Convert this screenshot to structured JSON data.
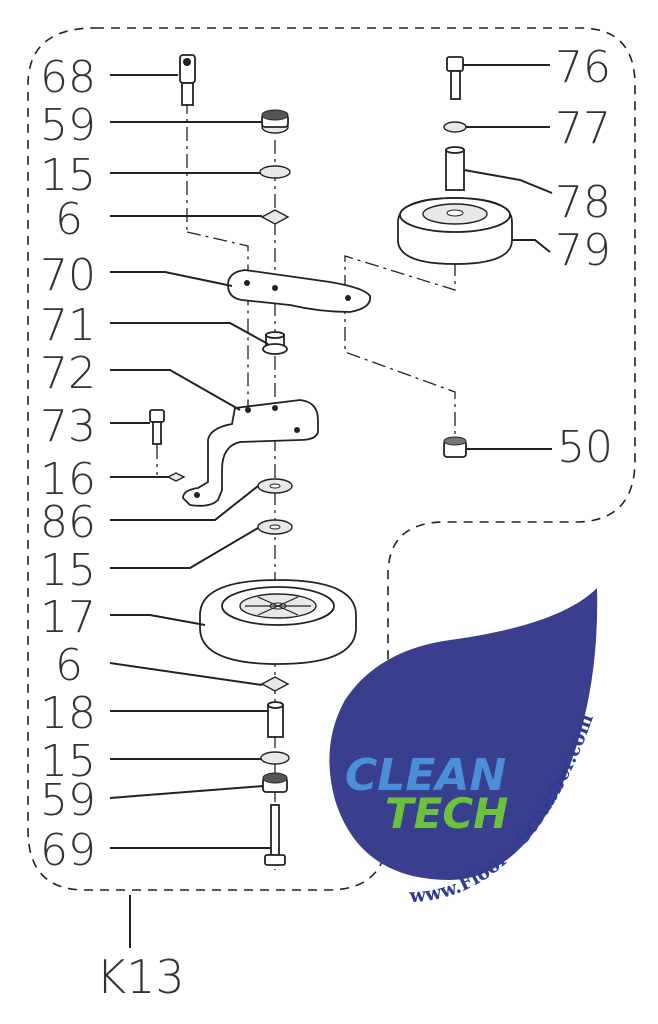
{
  "diagram": {
    "callouts": [
      {
        "id": "c68",
        "text": "68"
      },
      {
        "id": "c59a",
        "text": "59"
      },
      {
        "id": "c15a",
        "text": "15"
      },
      {
        "id": "c6a",
        "text": "6"
      },
      {
        "id": "c70",
        "text": "70"
      },
      {
        "id": "c71",
        "text": "71"
      },
      {
        "id": "c72",
        "text": "72"
      },
      {
        "id": "c73",
        "text": "73"
      },
      {
        "id": "c16",
        "text": "16"
      },
      {
        "id": "c86",
        "text": "86"
      },
      {
        "id": "c15b",
        "text": "15"
      },
      {
        "id": "c17",
        "text": "17"
      },
      {
        "id": "c6b",
        "text": "6"
      },
      {
        "id": "c18",
        "text": "18"
      },
      {
        "id": "c15c",
        "text": "15"
      },
      {
        "id": "c59b",
        "text": "59"
      },
      {
        "id": "c69",
        "text": "69"
      },
      {
        "id": "c76",
        "text": "76"
      },
      {
        "id": "c77",
        "text": "77"
      },
      {
        "id": "c78",
        "text": "78"
      },
      {
        "id": "c79",
        "text": "79"
      },
      {
        "id": "c50",
        "text": "50"
      }
    ],
    "assembly_label": "K13"
  },
  "watermark": {
    "brand_line1": "CLEAN",
    "brand_line2": "TECH",
    "url_text": "www.Floor - Scrubber.com",
    "colors": {
      "drop": "#3a3e8f",
      "clean": "#4a8fd8",
      "tech": "#6ec23b",
      "url": "#2f3d8e"
    }
  }
}
